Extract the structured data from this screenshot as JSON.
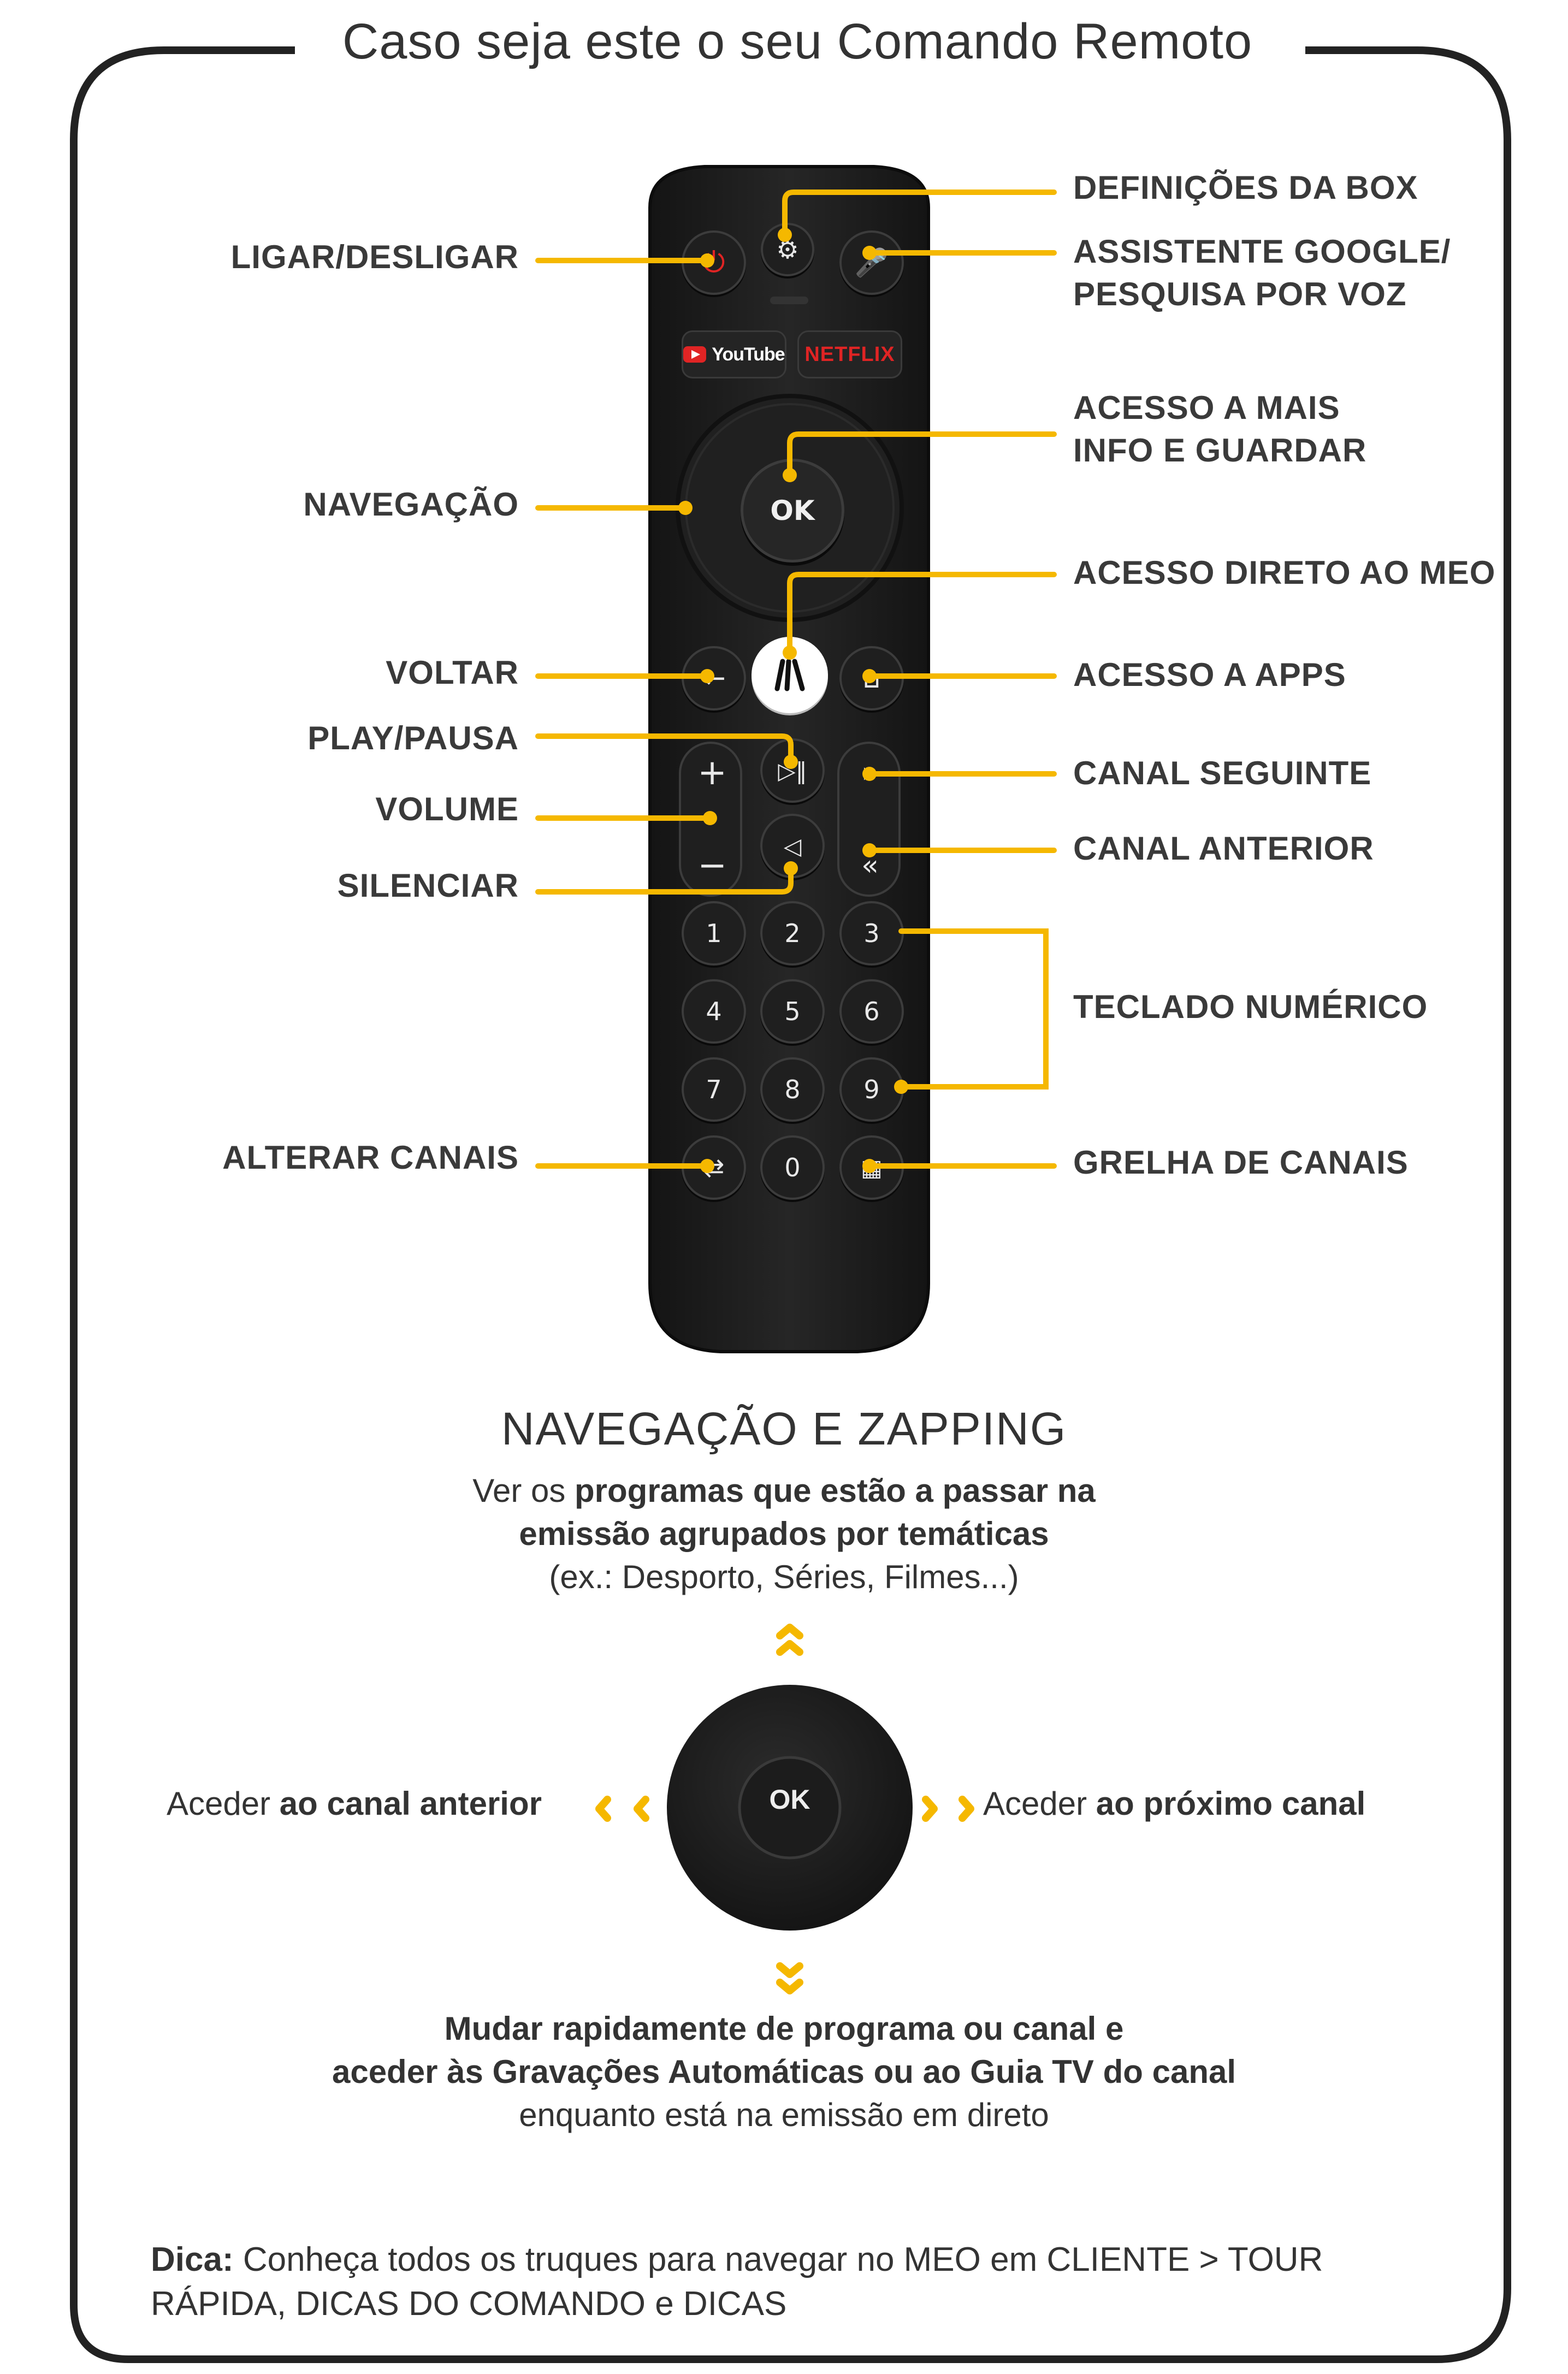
{
  "header": {
    "title": "Caso seja este o seu Comando Remoto"
  },
  "remote": {
    "youtube_label": "YouTube",
    "netflix_label": "NETFLIX",
    "ok_label": "OK",
    "plus_label": "+",
    "minus_label": "−",
    "numbers": [
      "1",
      "2",
      "3",
      "4",
      "5",
      "6",
      "7",
      "8",
      "9",
      "0"
    ]
  },
  "labels": {
    "ligar": "LIGAR/DESLIGAR",
    "navegacao": "NAVEGAÇÃO",
    "voltar": "VOLTAR",
    "play": "PLAY/PAUSA",
    "volume": "VOLUME",
    "silenciar": "SILENCIAR",
    "alterar": "ALTERAR CANAIS",
    "definicoes": "DEFINIÇÕES DA BOX",
    "assistente": "ASSISTENTE GOOGLE/\nPESQUISA POR VOZ",
    "acesso_info": "ACESSO A MAIS\nINFO E GUARDAR",
    "acesso_meo": "ACESSO DIRETO AO MEO",
    "apps": "ACESSO A APPS",
    "seguinte": "CANAL SEGUINTE",
    "anterior": "CANAL ANTERIOR",
    "teclado": "TECLADO NUMÉRICO",
    "grelha": "GRELHA DE CANAIS"
  },
  "navigation": {
    "title": "NAVEGAÇÃO E ZAPPING",
    "up_pre": "Ver os ",
    "up_bold": "programas que estão a passar na\nemissão agrupados por temáticas",
    "up_post": "(ex.: Desporto, Séries, Filmes...)",
    "left_pre": "Aceder ",
    "left_bold": "ao canal anterior",
    "right_pre": "Aceder ",
    "right_bold": "ao próximo canal",
    "down_bold": "Mudar rapidamente de programa ou canal e\naceder às Gravações Automáticas ou ao Guia TV do canal",
    "down_post": "enquanto está na emissão em direto",
    "ok_label": "OK"
  },
  "tip": {
    "label": "Dica:",
    "text": " Conheça todos os truques para navegar no MEO em CLIENTE > TOUR RÁPIDA, DICAS DO COMANDO e DICAS"
  },
  "colors": {
    "accent": "#f5b800",
    "remote_body": "#1c1c1c",
    "frame": "#222222",
    "power": "#e02424"
  }
}
